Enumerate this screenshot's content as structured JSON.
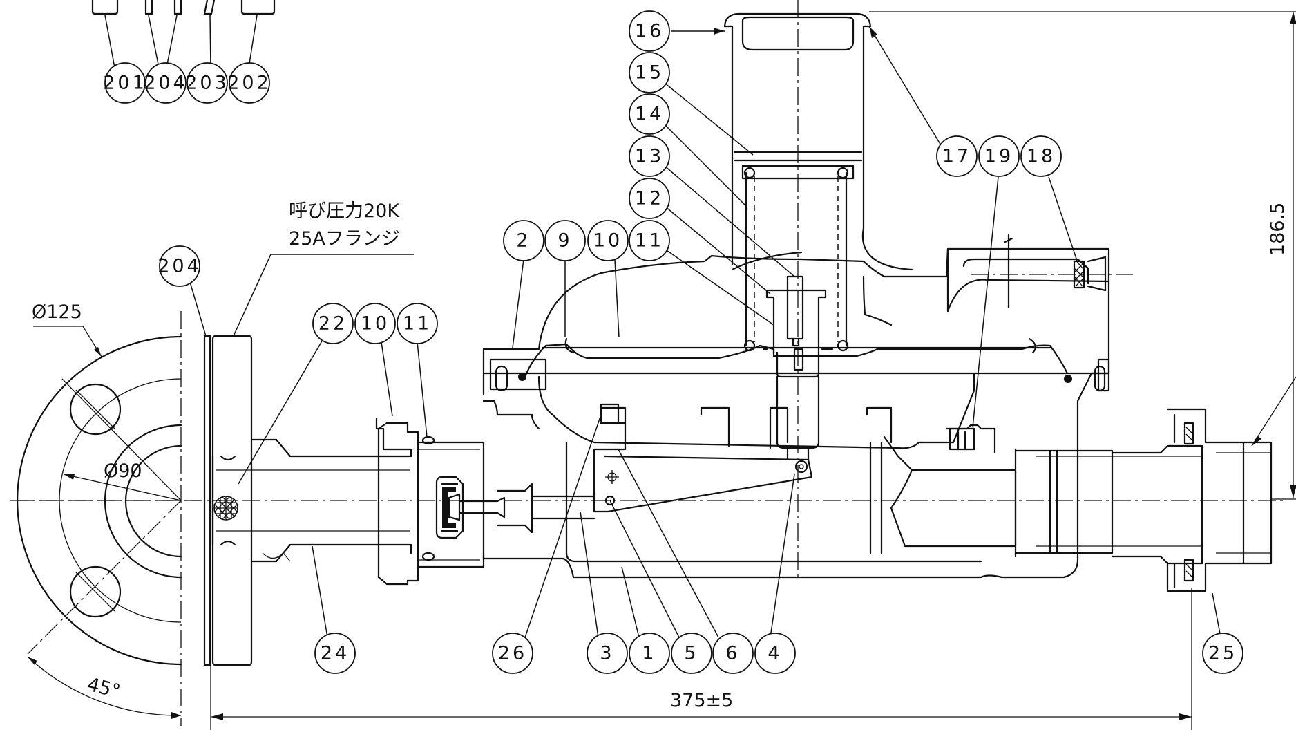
{
  "title": "",
  "callouts": {
    "b201": "201",
    "b204a": "204",
    "b203": "203",
    "b202": "202",
    "b16": "16",
    "b15": "15",
    "b14": "14",
    "b13": "13",
    "b12": "12",
    "b2": "2",
    "b9": "9",
    "b10a": "10",
    "b11a": "11",
    "b17": "17",
    "b19": "19",
    "b18": "18",
    "b204b": "204",
    "b22": "22",
    "b10b": "10",
    "b11b": "11",
    "b24": "24",
    "b26": "26",
    "b3": "3",
    "b1": "1",
    "b5": "5",
    "b6": "6",
    "b4": "4",
    "b25": "25"
  },
  "annotations": {
    "flange_line1": "呼び圧力20K",
    "flange_line2": "25Aフランジ",
    "dia_outer": "Ø125",
    "dia_pitch": "Ø90",
    "angle": "45°",
    "length": "375±5",
    "height": "186.5"
  },
  "colors": {
    "line": "#111111",
    "background": "#ffffff"
  }
}
